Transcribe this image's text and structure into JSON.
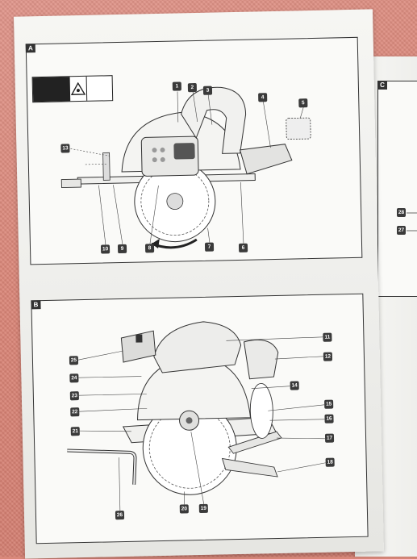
{
  "panels": {
    "a": {
      "label": "A",
      "callouts": [
        "1",
        "2",
        "3",
        "4",
        "5",
        "6",
        "7",
        "8",
        "9",
        "10",
        "13"
      ]
    },
    "b": {
      "label": "B",
      "callouts": [
        "11",
        "12",
        "14",
        "15",
        "16",
        "17",
        "18",
        "19",
        "20",
        "21",
        "22",
        "23",
        "24",
        "25",
        "26"
      ]
    },
    "c": {
      "label": "C",
      "callouts": [
        "28",
        "27"
      ]
    }
  }
}
